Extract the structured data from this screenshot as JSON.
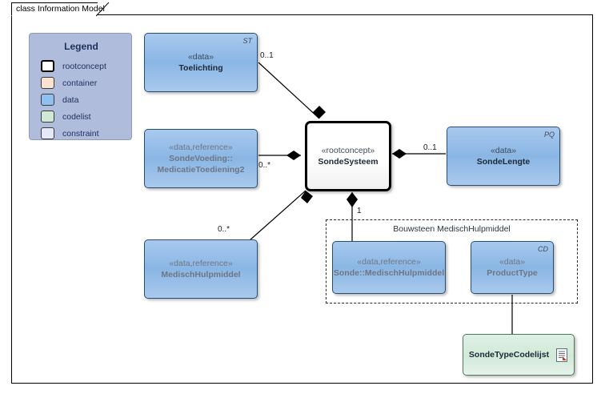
{
  "window": {
    "title": "class Information Model"
  },
  "legend": {
    "title": "Legend",
    "items": [
      {
        "label": "rootconcept",
        "color": "#ffffff",
        "kind": "root"
      },
      {
        "label": "container",
        "color": "#fbe3cf",
        "kind": "normal"
      },
      {
        "label": "data",
        "color": "#8fc0f0",
        "kind": "normal"
      },
      {
        "label": "codelist",
        "color": "#cfe9d6",
        "kind": "normal"
      },
      {
        "label": "constraint",
        "color": "#e6e8f7",
        "kind": "normal"
      }
    ]
  },
  "classes": {
    "toelichting": {
      "stereotype": "«data»",
      "name": "Toelichting",
      "tag": "ST"
    },
    "sondevoeding": {
      "stereotype": "«data,reference»",
      "name_line1": "SondeVoeding::",
      "name_line2": "MedicatieToediening2",
      "tag": ""
    },
    "medischhulpmiddel": {
      "stereotype": "«data,reference»",
      "name": "MedischHulpmiddel",
      "tag": ""
    },
    "sondesysteem": {
      "stereotype": "«rootconcept»",
      "name": "SondeSysteem"
    },
    "sondelengte": {
      "stereotype": "«data»",
      "name": "SondeLengte",
      "tag": "PQ"
    },
    "sonde_medischhulpmiddel": {
      "stereotype": "«data,reference»",
      "name": "Sonde::MedischHulpmiddel",
      "tag": ""
    },
    "producttype": {
      "stereotype": "«data»",
      "name": "ProductType",
      "tag": "CD"
    },
    "sondetypecodelijst": {
      "name": "SondeTypeCodelijst"
    }
  },
  "group": {
    "label": "Bouwsteen MedischHulpmiddel"
  },
  "multiplicities": {
    "toelichting": "0..1",
    "sondevoeding": "0..*",
    "medischhulpmiddel": "0..*",
    "sondelengte": "0..1",
    "bouwsteen": "1"
  },
  "colors": {
    "data_fill": "#8ab6e4",
    "codelist_fill": "#d2e9d8",
    "root_fill": "#ffffff",
    "legend_bg": "#b0bcdb",
    "line": "#000000"
  }
}
